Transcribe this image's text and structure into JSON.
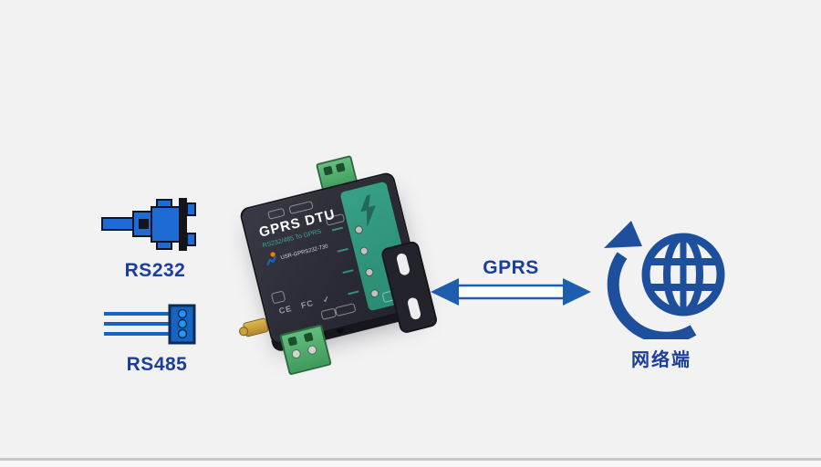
{
  "diagram": {
    "serial_side": {
      "rs232_label": "RS232",
      "rs485_label": "RS485"
    },
    "device": {
      "name": "GPRS DTU",
      "subtitle": "RS232/485 To GPRS",
      "model": "USR-GPRS232-730",
      "cert_ce": "CE",
      "cert_fcc": "FC",
      "cert_check": "✓"
    },
    "link_label": "GPRS",
    "network_label": "网络端"
  },
  "colors": {
    "background": "#f2f2f3",
    "label_blue": "#1b3e9b",
    "arrow_blue": "#1d5fae",
    "connector_blue": "#1e6bd6",
    "connector_outline": "#0f1626",
    "globe_blue": "#1d4f9c",
    "device_body": "#2d2d38",
    "device_panel_teal": "#2f9077",
    "terminal_green": "#4caf6e",
    "antenna_gold": "#c9a23a"
  }
}
